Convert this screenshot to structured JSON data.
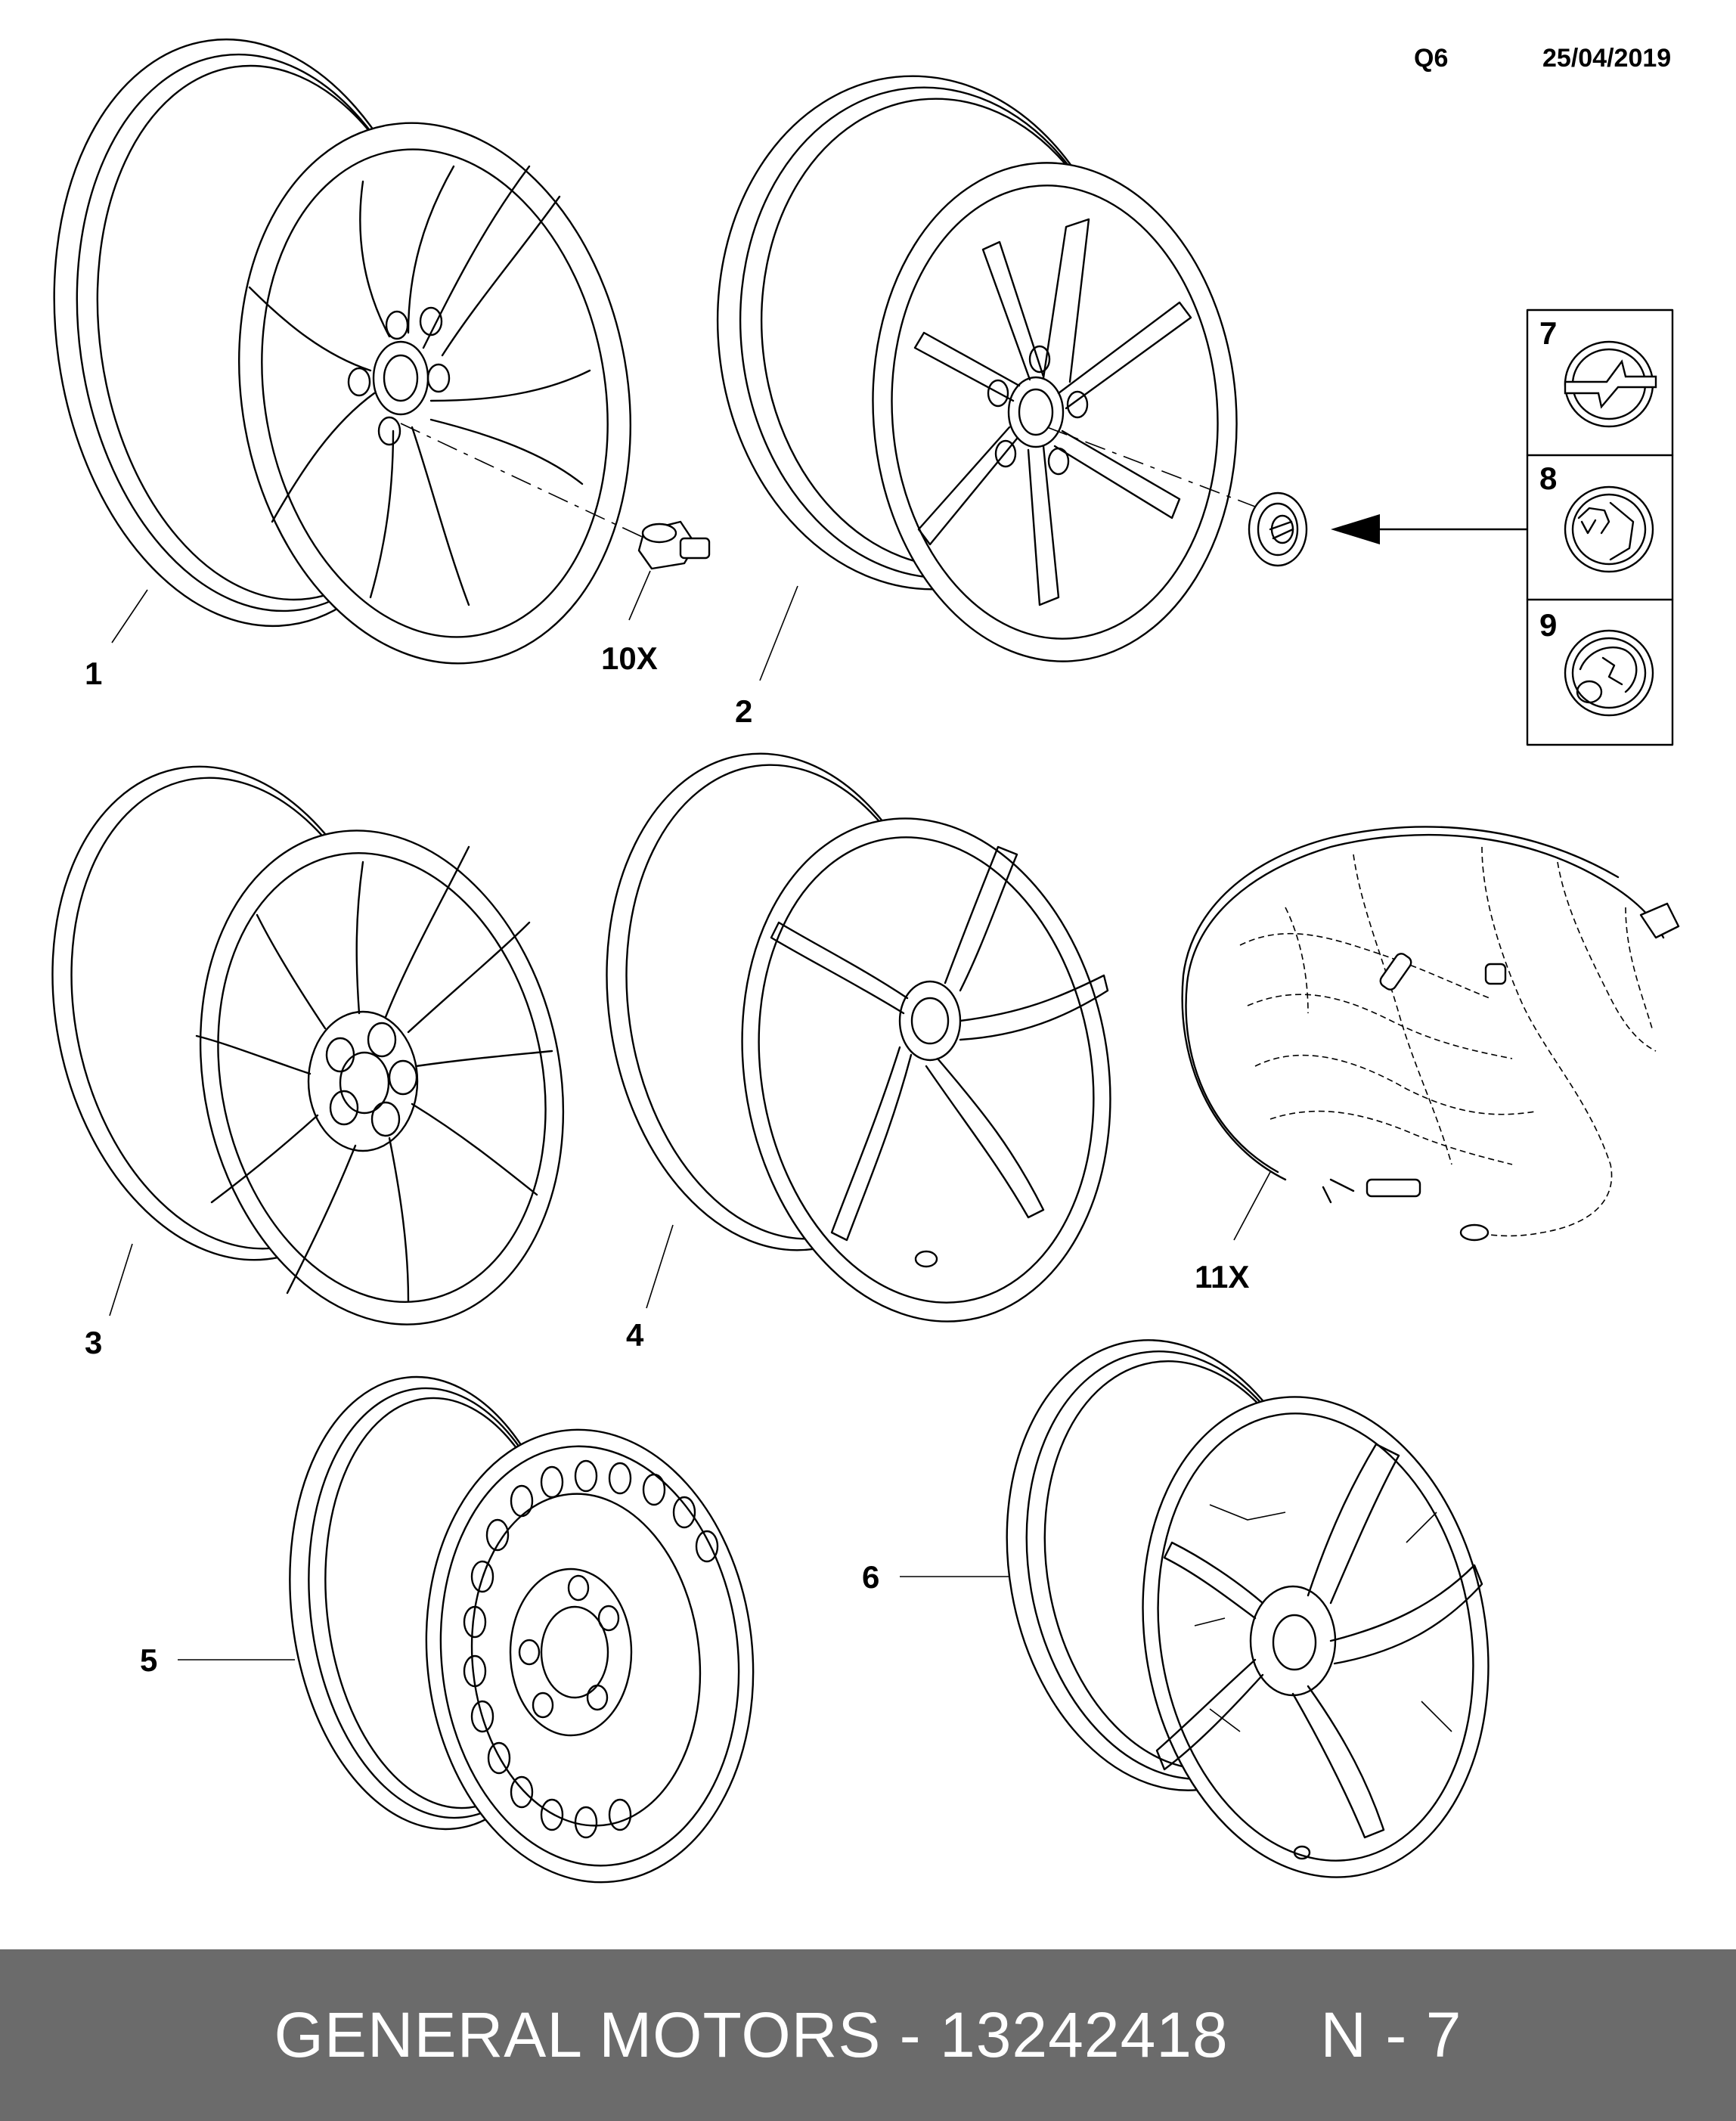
{
  "header": {
    "code": "Q6",
    "date": "25/04/2019"
  },
  "callouts": {
    "item_1": "1",
    "item_2": "2",
    "item_3": "3",
    "item_4": "4",
    "item_5": "5",
    "item_6": "6",
    "item_7": "7",
    "item_8": "8",
    "item_9": "9",
    "item_10": "10X",
    "item_11": "11X"
  },
  "footer": {
    "text": "GENERAL MOTORS - 13242418     N - 7"
  },
  "colors": {
    "footer_bg": "#6b6b6b",
    "footer_text": "#ffffff",
    "line": "#000000"
  }
}
